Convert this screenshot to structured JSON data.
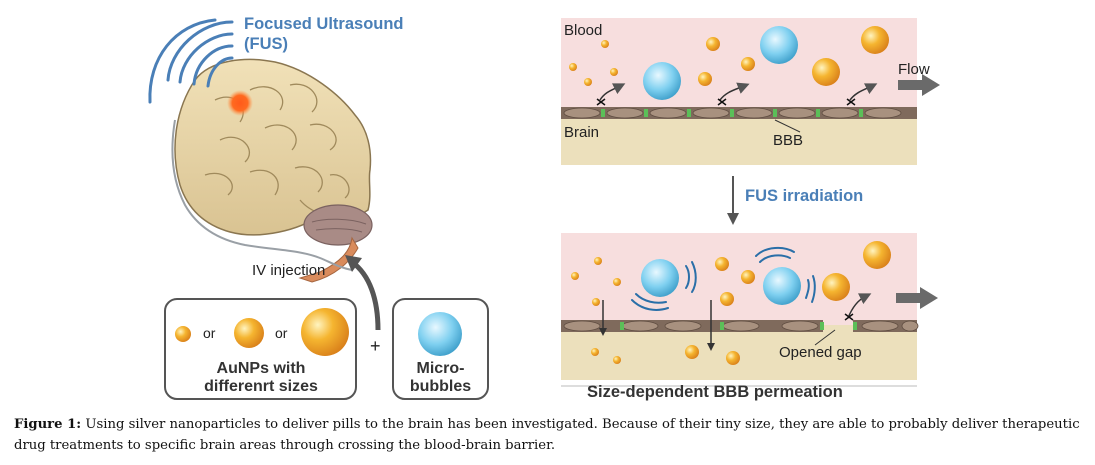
{
  "fus_label": {
    "line1": "Focused Ultrasound",
    "line2": "(FUS)"
  },
  "iv_injection": "IV injection",
  "aunps": {
    "or1": "or",
    "or2": "or",
    "caption_line1": "AuNPs with",
    "caption_line2": "differenrt sizes"
  },
  "plus": "+",
  "microbubbles": {
    "line1": "Micro-",
    "line2": "bubbles"
  },
  "top_panel": {
    "blood": "Blood",
    "brain": "Brain",
    "bbb": "BBB",
    "flow": "Flow"
  },
  "fus_irradiation": "FUS irradiation",
  "bottom_panel": {
    "opened_gap": "Opened gap",
    "title": "Size-dependent BBB permeation"
  },
  "caption": {
    "label": "Figure 1:",
    "text": "Using silver nanoparticles to deliver pills to the brain has been investigated. Because of their tiny size, they are able to probably deliver therapeutic drug treatments to specific brain areas through crossing the blood-brain barrier."
  },
  "colors": {
    "accent_blue": "#4a7fb7",
    "gold": "#f0a020",
    "bubble": "#5ab8e0",
    "blood": "#f7dede",
    "brain_tissue": "#ece0bc",
    "focus_spot": "#ff5a1a"
  }
}
